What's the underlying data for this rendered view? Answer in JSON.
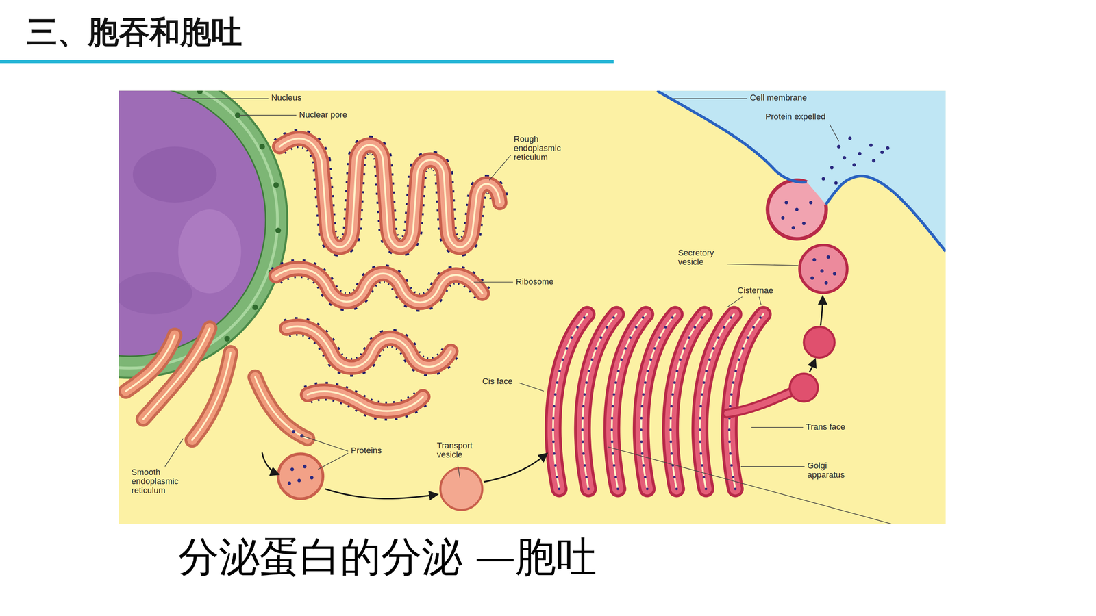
{
  "diagram": {
    "title": "三、胞吞和胞吐",
    "caption": "分泌蛋白的分泌 —胞吐",
    "labels": [
      "Nucleus",
      "Nuclear pore",
      "Rough endoplasmic reticulum",
      "Ribosome",
      "Smooth endoplasmic reticulum",
      "Proteins",
      "Transport vesicle",
      "Cis face",
      "Cell membrane",
      "Protein expelled",
      "Secretory vesicle",
      "Cisternae",
      "Trans face",
      "Golgi apparatus"
    ]
  }
}
